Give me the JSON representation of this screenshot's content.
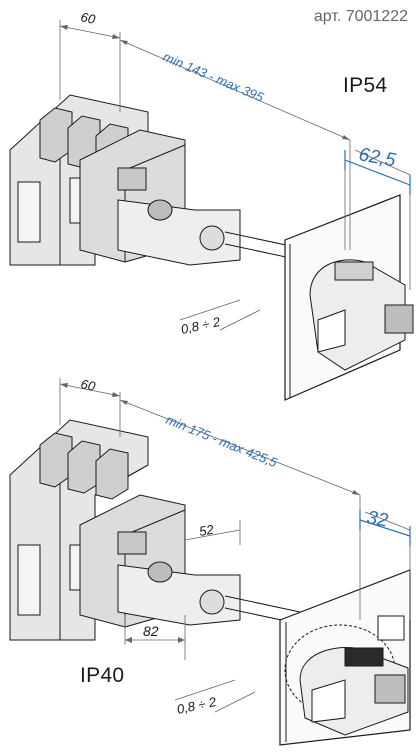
{
  "header": {
    "article": "арт. 7001222"
  },
  "top": {
    "rating": "IP54",
    "width": "60",
    "shaft_range": "min 143 - max 395",
    "offset": "62,5",
    "panel_thickness": "0,8 ÷ 2"
  },
  "bottom": {
    "rating": "IP40",
    "width": "60",
    "shaft_range": "min 175 - max 425,5",
    "offset": "32",
    "handle_offset": "52",
    "bracket_width": "82",
    "panel_thickness": "0,8 ÷ 2"
  },
  "colors": {
    "accent": "#2a6fb5",
    "line": "#1a1a1a",
    "dim_line": "#666666",
    "body": "#e8e8e8"
  }
}
